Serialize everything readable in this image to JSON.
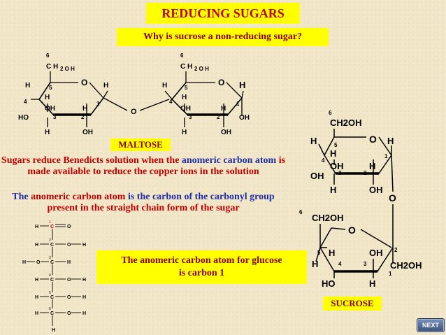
{
  "slide": {
    "title": "REDUCING SUGARS",
    "question": "Why is sucrose a non-reducing sugar?",
    "maltose_label": "MALTOSE",
    "sucrose_label": "SUCROSE",
    "para1": {
      "t1": "Sugars reduce Benedicts solution when the ",
      "t2": "anomeric carbon atom",
      "t3": " is made available to reduce the copper ions in the solution"
    },
    "para2": {
      "t1": "The ",
      "t2": "anomeric carbon atom",
      "t3": " is the carbon of the carbonyl group",
      "t4": " present in the straight chain form of the sugar"
    },
    "anomeric_box": {
      "line1": "The anomeric carbon atom for glucose",
      "line2": "is carbon 1"
    },
    "next_label": "NEXT"
  },
  "molecule_labels": {
    "H": "H",
    "O": "O",
    "OH": "OH",
    "HO": "HO",
    "C": "C",
    "CH2OH": "CH2OH",
    "CH": "C H",
    "twoOH": "2 O H",
    "n1": "1",
    "n2": "2",
    "n3": "3",
    "n4": "4",
    "n5": "5",
    "n6": "6"
  },
  "colors": {
    "title_text": "#c00000",
    "label_text": "#8b0000",
    "highlight": "#ffff00",
    "blue_text": "#1e2ea8",
    "ring_bond": "#000000"
  }
}
